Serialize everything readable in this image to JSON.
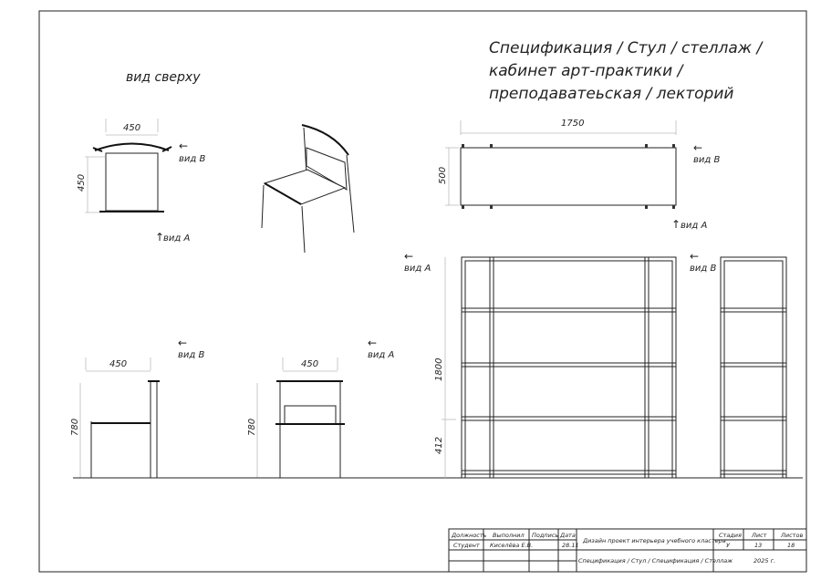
{
  "title": {
    "line1": "Спецификация / Стул / стеллаж /",
    "line2": "кабинет арт-практики /",
    "line3": "преподаватеьская / лекторий"
  },
  "chair": {
    "top_view_label": "вид сверху",
    "top_width": "450",
    "top_depth": "450",
    "side_width": "450",
    "side_height": "780",
    "front_width": "450",
    "front_height": "780"
  },
  "shelf": {
    "top_width": "1750",
    "top_depth": "500",
    "height": "1800",
    "lower_height": "412"
  },
  "views": {
    "view_a": "вид А",
    "view_b": "вид В"
  },
  "title_block": {
    "headers": [
      "Должность",
      "Выполнил",
      "Подпись",
      "Дата"
    ],
    "row": [
      "Студент",
      "Киселёва Е.В.",
      "",
      "28.11"
    ],
    "project": "Дизайн проект интерьера учебного кластера",
    "sheet_title": "Спецификация / Стул / Спецификация / Стеллаж",
    "stage_headers": [
      "Стадия",
      "Лист",
      "Листов"
    ],
    "stage_values": [
      "У",
      "13",
      "18"
    ],
    "year": "2025 г."
  }
}
